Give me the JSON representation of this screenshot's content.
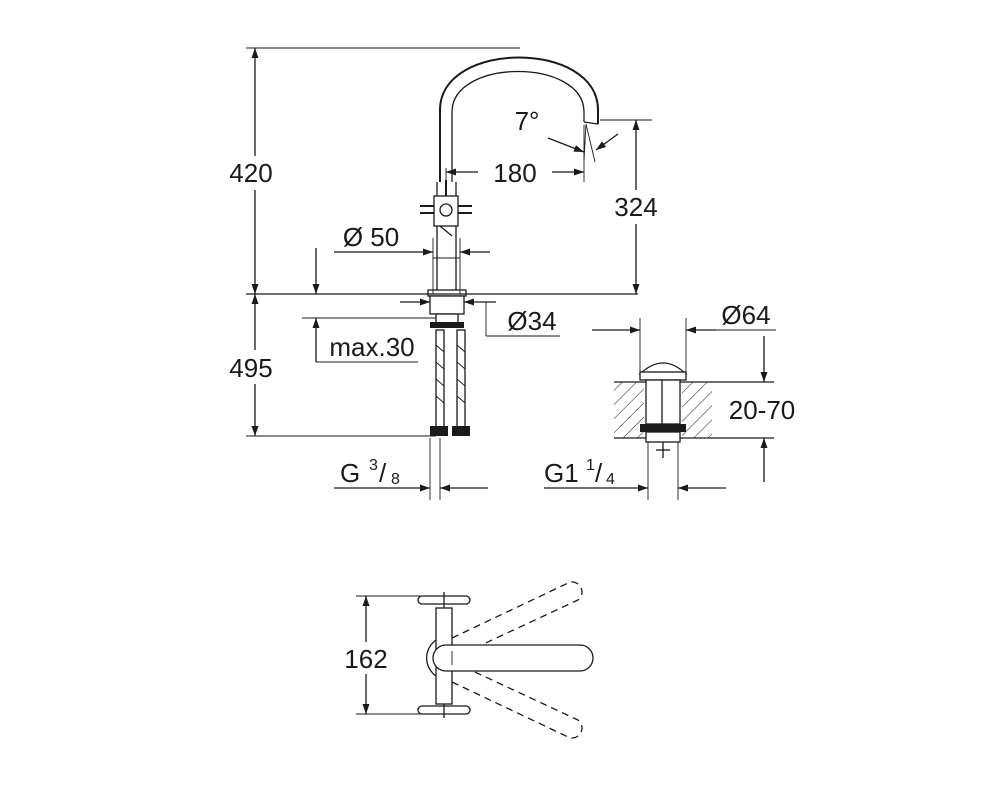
{
  "dimensions": {
    "total_height": "420",
    "spout_height": "324",
    "base_to_inlet": "495",
    "spout_reach": "180",
    "spout_angle": "7°",
    "base_diameter": "Ø 50",
    "hole_diameter": "Ø34",
    "max_deck_thickness": "max.30",
    "inlet_thread": "G",
    "inlet_thread_num": "3",
    "inlet_thread_den": "8",
    "waste_diameter": "Ø64",
    "waste_range": "20-70",
    "waste_thread": "G1",
    "waste_thread_num": "1",
    "waste_thread_den": "4",
    "handle_span": "162"
  },
  "colors": {
    "line": "#1a1a1a",
    "background": "#ffffff"
  }
}
